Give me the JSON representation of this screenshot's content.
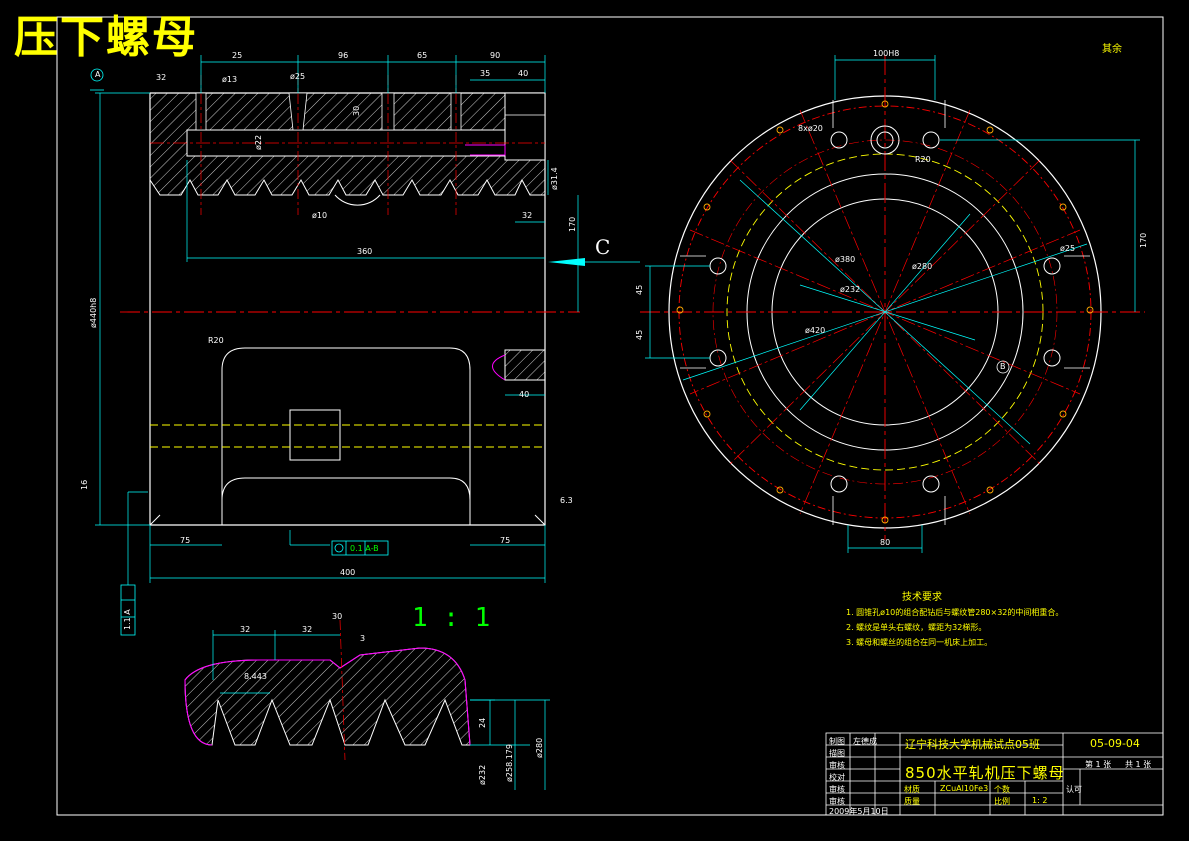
{
  "title": "压下螺母",
  "scale_label": "1 : 1",
  "view_label": "C",
  "roughness_note": "其余",
  "dimensions": {
    "top_25": "25",
    "top_96": "96",
    "top_65": "65",
    "top_90": "90",
    "top_35": "35",
    "top_40": "40",
    "phi13": "ø13",
    "phi25": "ø25",
    "d30": "30",
    "phi22": "ø22",
    "phi10": "ø10",
    "phi314": "ø31.4",
    "d32": "32",
    "d170": "170",
    "d360": "360",
    "phi440": "ø440h8",
    "r20": "R20",
    "d40": "40",
    "d75a": "75",
    "d75b": "75",
    "d400": "400",
    "datum_a": "A",
    "tol": "0.1 A-B",
    "side_tol": "1.1 A",
    "rough32": "32",
    "rough16": "16",
    "rough63": "6.3",
    "d100h8": "100H8",
    "d170r": "170",
    "n8phi20": "8xø20",
    "r20b": "R20",
    "phi380": "ø380",
    "phi232": "ø232",
    "phi280": "ø280",
    "phi420": "ø420",
    "phi25r": "ø25",
    "d45a": "45",
    "d45b": "45",
    "d80": "80",
    "datum_b": "B",
    "det_32a": "32",
    "det_32b": "32",
    "det_30": "30",
    "det_3": "3",
    "det_8443": "8.443",
    "det_24": "24",
    "det_232": "ø232",
    "det_258": "ø258.179",
    "det_280": "ø280"
  },
  "tech_requirements": {
    "title": "技术要求",
    "items": [
      "1. 圆锥孔ø10的组合配钻后与螺纹管280×32的中间相重合。",
      "2. 螺纹是单头右螺纹，螺距为32梯形。",
      "3. 螺母和螺丝的组合在同一机床上加工。"
    ]
  },
  "title_block": {
    "school": "辽宁科技大学机械试点05班",
    "drawing_no": "05-09-04",
    "part_name": "850水平轧机压下螺母",
    "material_label": "材质",
    "material": "ZCuAl10Fe3",
    "quantity_label": "个数",
    "weight_label": "质量",
    "ratio_label": "比例",
    "ratio": "1: 2",
    "sheet": "第 1 张",
    "sheet_of": "共 1 张",
    "date": "2009年5月10日",
    "roles": [
      "制图",
      "描图",
      "审核",
      "校对",
      "审核",
      "审核",
      "认可"
    ],
    "designer": "左德成"
  },
  "colors": {
    "outline": "#ffffff",
    "hatch": "#ffffff",
    "dimension": "#00ffff",
    "center": "#ff0000",
    "hidden": "#ffff00",
    "detail_outline": "#ff00ff",
    "text": "#ffff00",
    "frame": "#ffffff",
    "scale_text": "#00ff00"
  }
}
